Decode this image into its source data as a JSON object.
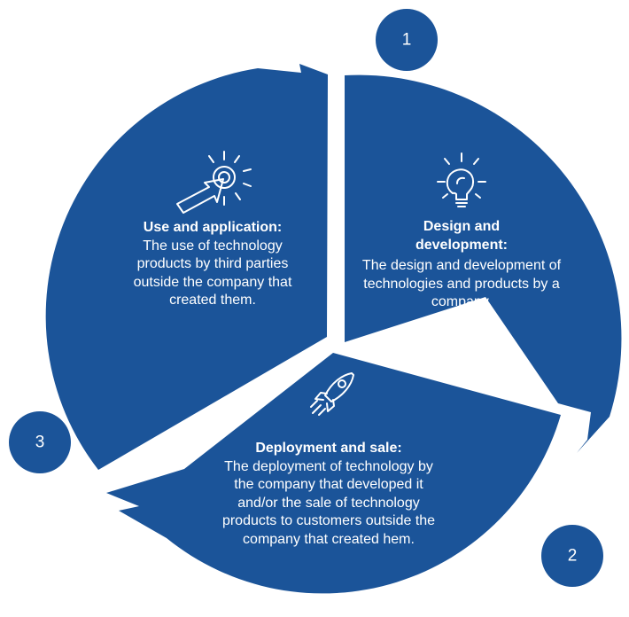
{
  "segments": [
    {
      "id": "design",
      "number": "1",
      "title": "Design and development:",
      "description": "The design and development of technologies and products by a company.",
      "icon": "lightbulb-icon"
    },
    {
      "id": "deployment",
      "number": "2",
      "title": "Deployment and sale:",
      "description": "The deployment of technology by the company that developed it and/or the sale of technology products to customers outside the company that created hem.",
      "icon": "rocket-icon"
    },
    {
      "id": "use",
      "number": "3",
      "title": "Use and application:",
      "description": "The use of technology products by third parties outside the company that created them.",
      "icon": "cursor-click-icon"
    }
  ],
  "colors": {
    "segment": "#1b5499",
    "text": "#ffffff",
    "background": "#ffffff"
  }
}
